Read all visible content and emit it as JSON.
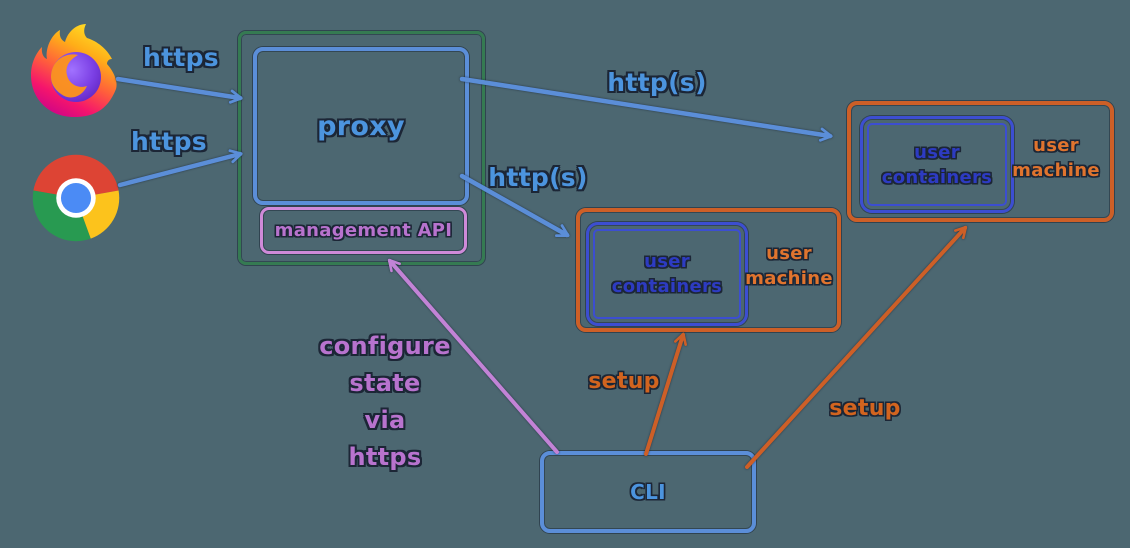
{
  "colors": {
    "bg": "#4c6771",
    "blue": "#5b8ed8",
    "blueText": "#4c94de",
    "indigo": "#3c4ed1",
    "indigoText": "#2d3bc2",
    "orange": "#cd5f27",
    "orangeText": "#e0742e",
    "green": "#357a52",
    "pink": "#cf8ad9",
    "pinkText": "#b873ce",
    "purple": "#c283d6",
    "textOutline": "#1c2636"
  },
  "clients": {
    "firefox_icon": "firefox-logo",
    "chrome_icon": "chrome-logo"
  },
  "nodes": {
    "proxy": {
      "label": "proxy"
    },
    "management_api": {
      "label": "management API"
    },
    "cli": {
      "label": "CLI"
    },
    "machine1": {
      "containers_label": "user\ncontainers",
      "machine_label": "user\nmachine"
    },
    "machine2": {
      "containers_label": "user\ncontainers",
      "machine_label": "user\nmachine"
    }
  },
  "edges": {
    "https_firefox": "https",
    "https_chrome": "https",
    "https_to_machine2": "http(s)",
    "https_to_machine1": "http(s)",
    "configure": "configure\nstate\nvia\nhttps",
    "setup_machine1": "setup",
    "setup_machine2": "setup"
  }
}
